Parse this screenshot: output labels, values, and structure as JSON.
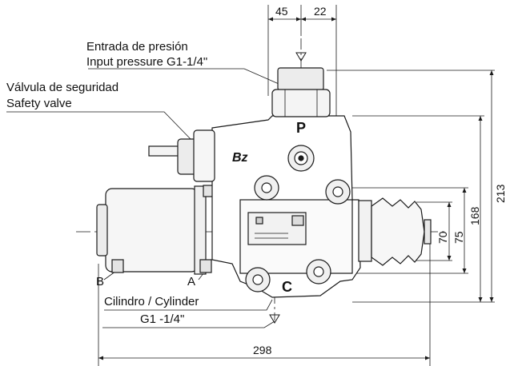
{
  "labels": {
    "inlet_es": "Entrada de presión",
    "inlet_en": "Input pressure G1-1/4\"",
    "valve_es": "Válvula de seguridad",
    "valve_en": "Safety valve",
    "cylinder": "Cilindro / Cylinder",
    "thread": "G1 -1/4\"",
    "port_b": "B",
    "port_a": "A",
    "port_p": "P",
    "port_c": "C",
    "logo": "Bz"
  },
  "dimensions": {
    "top_left": "45",
    "top_right": "22",
    "overall_width": "298",
    "overall_height": "213",
    "height_168": "168",
    "height_75": "75",
    "height_70": "70"
  },
  "colors": {
    "line": "#1a1a1a",
    "body": "#ffffff",
    "shade": "#d9d9d9"
  }
}
